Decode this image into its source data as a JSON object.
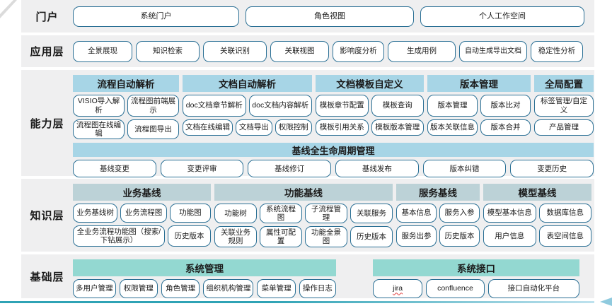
{
  "colors": {
    "band_background": "#efeff0",
    "header_blue": "#a7d5e6",
    "header_gray_blue": "#bcd2d7",
    "header_teal": "#93d8d1",
    "box_border": "#2b7095",
    "bottom_line": "#2fa3b5"
  },
  "portal": {
    "label": "门户",
    "buttons": [
      "系统门户",
      "角色视图",
      "个人工作空间"
    ]
  },
  "application": {
    "label": "应用层",
    "buttons": [
      "全景展现",
      "知识检索",
      "关联识别",
      "关联视图",
      "影响度分析",
      "生成用例",
      "自动生成导出文档",
      "稳定性分析"
    ]
  },
  "capability": {
    "label": "能力层",
    "groups": [
      {
        "title": "流程自动解析",
        "row1": [
          "VISIO导入解析",
          "流程图前端展示"
        ],
        "row2": [
          "流程图在线编辑",
          "流程图导出"
        ]
      },
      {
        "title": "文档自动解析",
        "row1": [
          "doc文档章节解析",
          "doc文档内容解析"
        ],
        "row2": [
          "文档在线编辑",
          "文档导出",
          "权限控制"
        ]
      },
      {
        "title": "文档模板自定义",
        "row1": [
          "模板章节配置",
          "模板查询"
        ],
        "row2": [
          "模板引用关系",
          "模板版本管理"
        ]
      },
      {
        "title": "版本管理",
        "row1": [
          "版本管理",
          "版本比对"
        ],
        "row2": [
          "版本关联信息",
          "版本合并"
        ]
      },
      {
        "title": "全局配置",
        "row1": [
          "标签管理/自定义"
        ],
        "row2": [
          "产品管理"
        ]
      }
    ],
    "baseline": {
      "title": "基线全生命周期管理",
      "buttons": [
        "基线变更",
        "变更评审",
        "基线修订",
        "基线发布",
        "版本纠错",
        "变更历史"
      ]
    }
  },
  "knowledge": {
    "label": "知识层",
    "groups": [
      {
        "title": "业务基线",
        "row1": [
          "业务基线树",
          "业务流程图",
          "功能图"
        ],
        "row2": [
          "全业务流程功能图（搜索/下钻展示）",
          "历史版本"
        ]
      },
      {
        "title": "功能基线",
        "row1": [
          "功能树",
          "系统流程图",
          "子流程管理",
          "关联服务"
        ],
        "row2": [
          "关联业务规则",
          "属性可配置",
          "功能全景图",
          "历史版本"
        ]
      },
      {
        "title": "服务基线",
        "row1": [
          "基本信息",
          "服务入参"
        ],
        "row2": [
          "服务出参",
          "历史版本"
        ]
      },
      {
        "title": "模型基线",
        "row1": [
          "模型基本信息",
          "数据库信息"
        ],
        "row2": [
          "用户信息",
          "表空间信息"
        ]
      }
    ]
  },
  "foundation": {
    "label": "基础层",
    "groups": [
      {
        "title": "系统管理",
        "buttons": [
          "多用户管理",
          "权限管理",
          "角色管理",
          "组织机构管理",
          "菜单管理",
          "操作日志"
        ]
      },
      {
        "title": "系统接口",
        "buttons": [
          "jira",
          "confluence",
          "接口自动化平台"
        ]
      }
    ]
  }
}
